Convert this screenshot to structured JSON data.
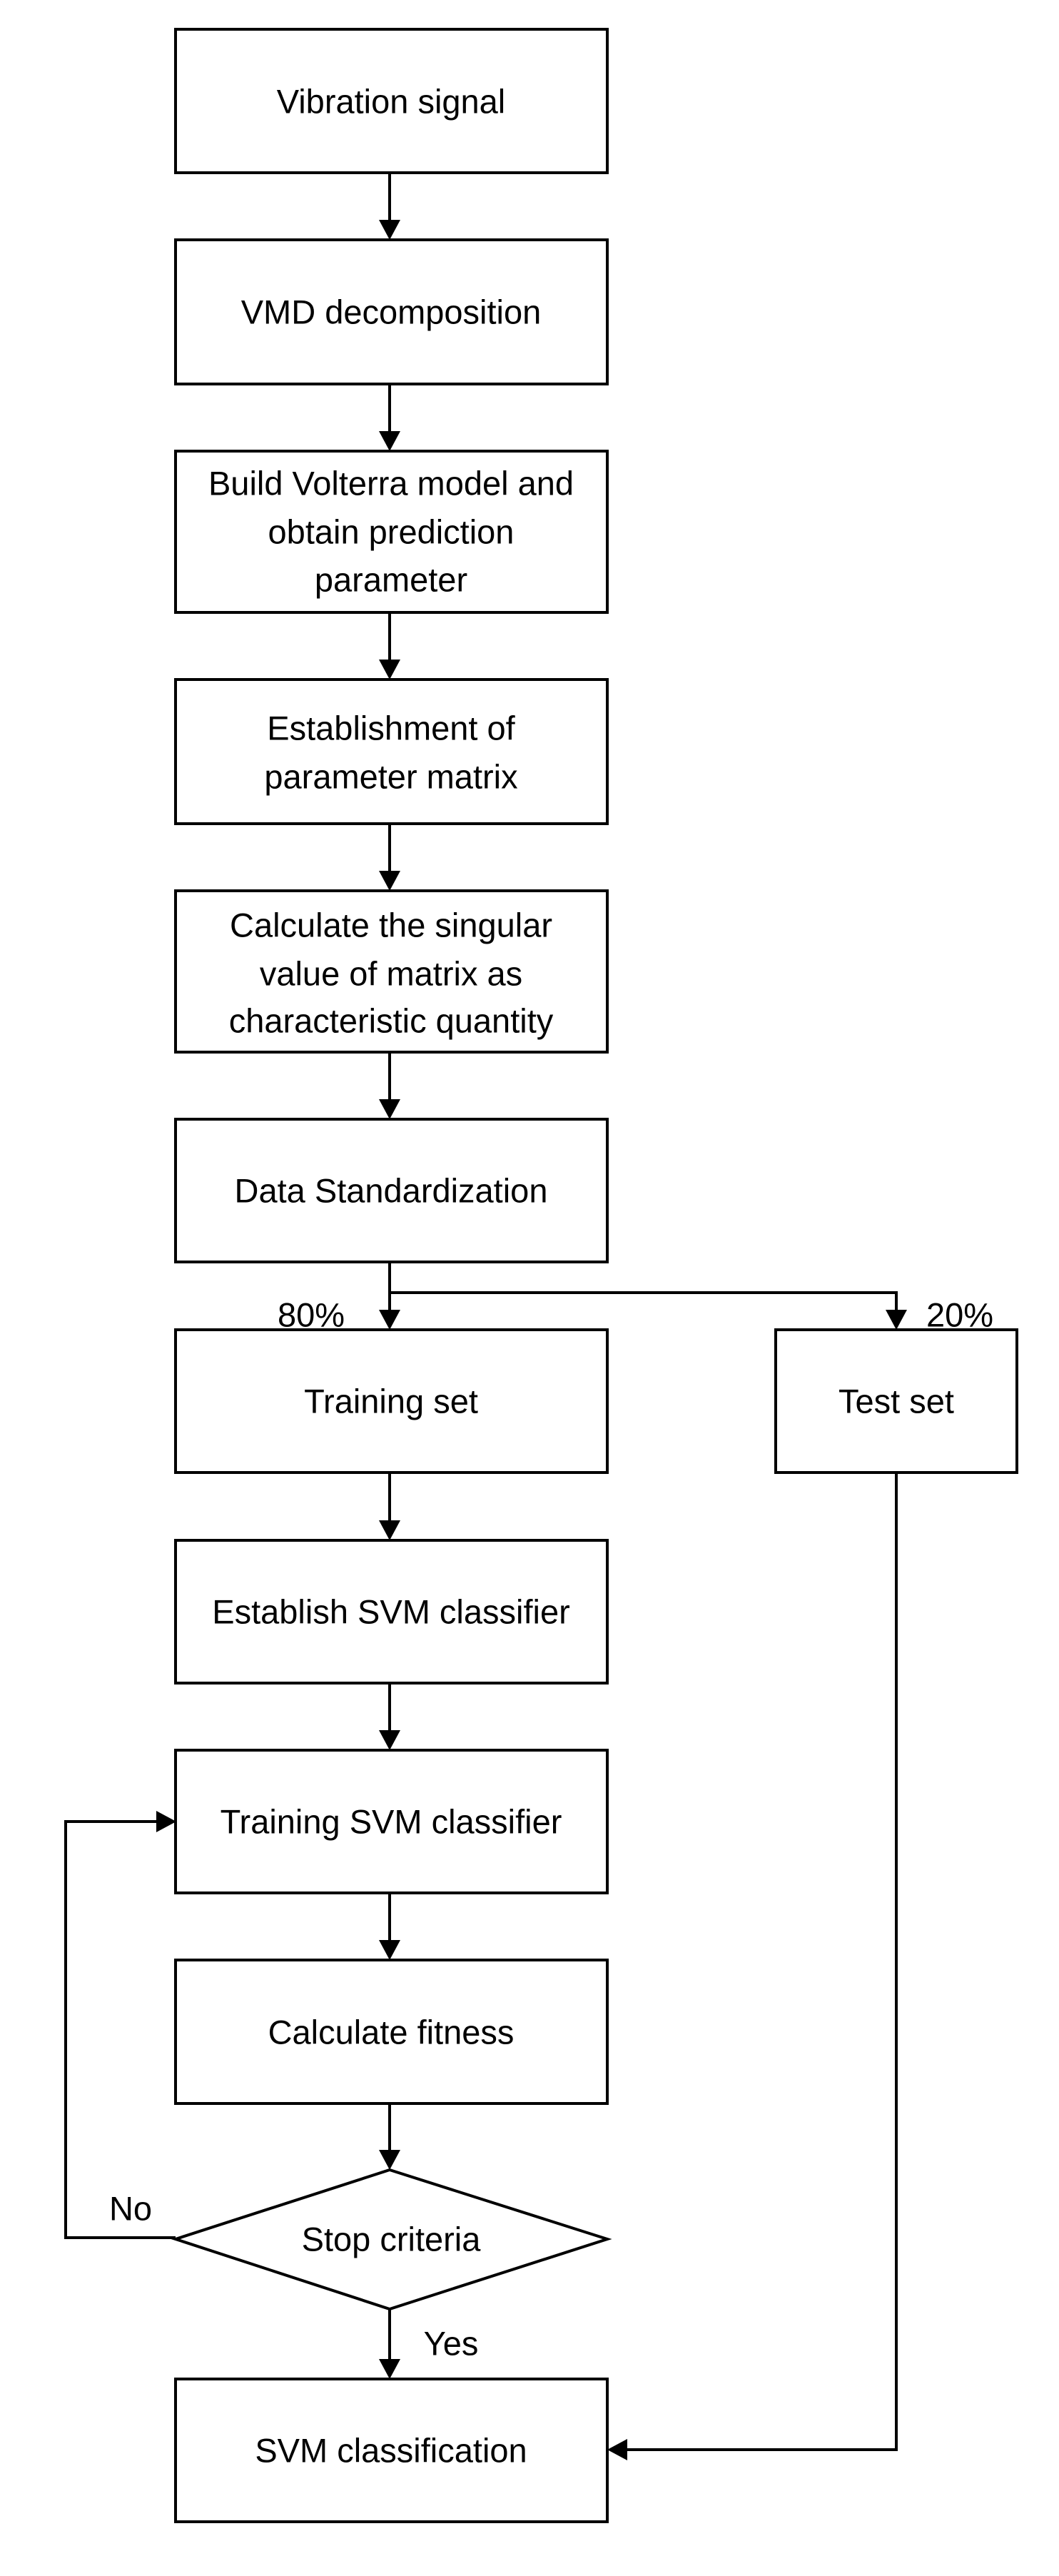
{
  "nodes": {
    "vibration_signal": "Vibration signal",
    "vmd_decomposition": "VMD decomposition",
    "build_volterra": [
      "Build Volterra model and",
      "obtain prediction",
      "parameter"
    ],
    "establishment_matrix": [
      "Establishment of",
      "parameter matrix"
    ],
    "calculate_singular": [
      "Calculate the singular",
      "value of matrix as",
      "characteristic quantity"
    ],
    "data_standardization": "Data Standardization",
    "training_set": "Training set",
    "test_set": "Test set",
    "establish_svm": "Establish SVM classifier",
    "training_svm": "Training SVM classifier",
    "calculate_fitness": "Calculate fitness",
    "stop_criteria": "Stop criteria",
    "svm_classification": "SVM classification"
  },
  "edge_labels": {
    "train_pct": "80%",
    "test_pct": "20%",
    "no": "No",
    "yes": "Yes"
  }
}
